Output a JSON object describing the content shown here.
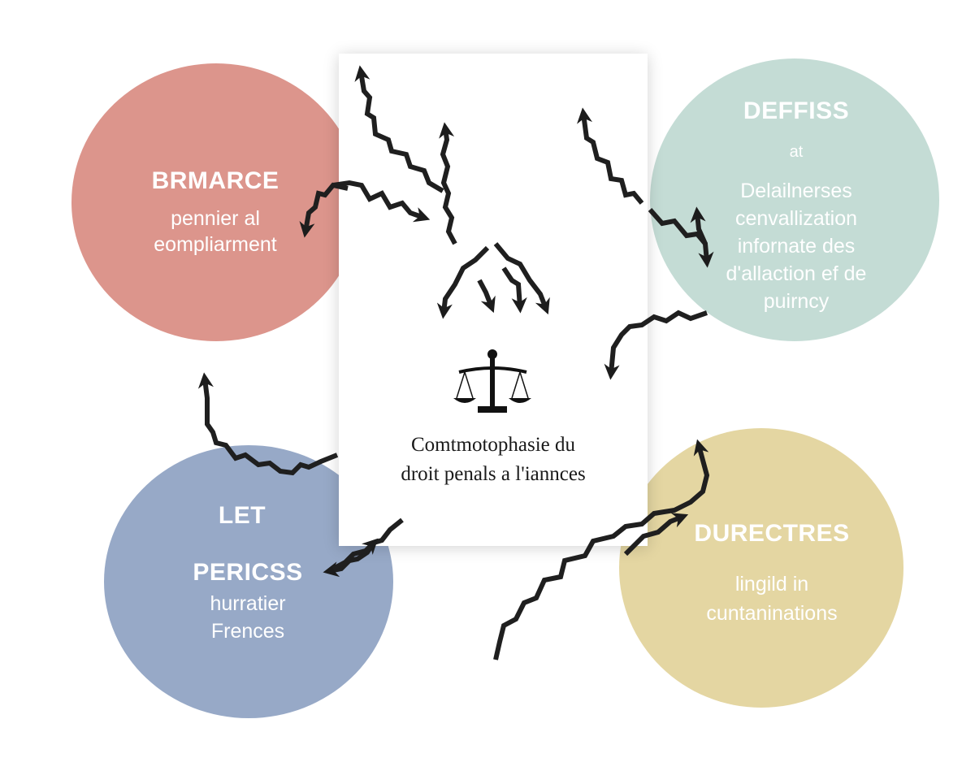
{
  "document": {
    "title_line1": "Comtmotophasie du",
    "title_line2": "droit penals a l'iannces",
    "icon": "scales-of-justice-icon"
  },
  "nodes": {
    "top_left": {
      "color": "#d98c82",
      "title": "BRMARCE",
      "line1": "pennier al",
      "line2": "eompliarment"
    },
    "top_right": {
      "color": "#bfd9d1",
      "title": "DEFFISS",
      "line1": "at",
      "line2": "Delailnerses",
      "line3": "cenvallization",
      "line4": "infornate des",
      "line5": "d'allaction ef de",
      "line6": "puirncy"
    },
    "bottom_left": {
      "color": "#8ea2c2",
      "title1": "LET",
      "title2": "PERICSS",
      "line1": "hurratier",
      "line2": "Frences"
    },
    "bottom_right": {
      "color": "#e2d39a",
      "title": "DURECTRES",
      "line1": "lingild in",
      "line2": "cuntaninations"
    }
  }
}
